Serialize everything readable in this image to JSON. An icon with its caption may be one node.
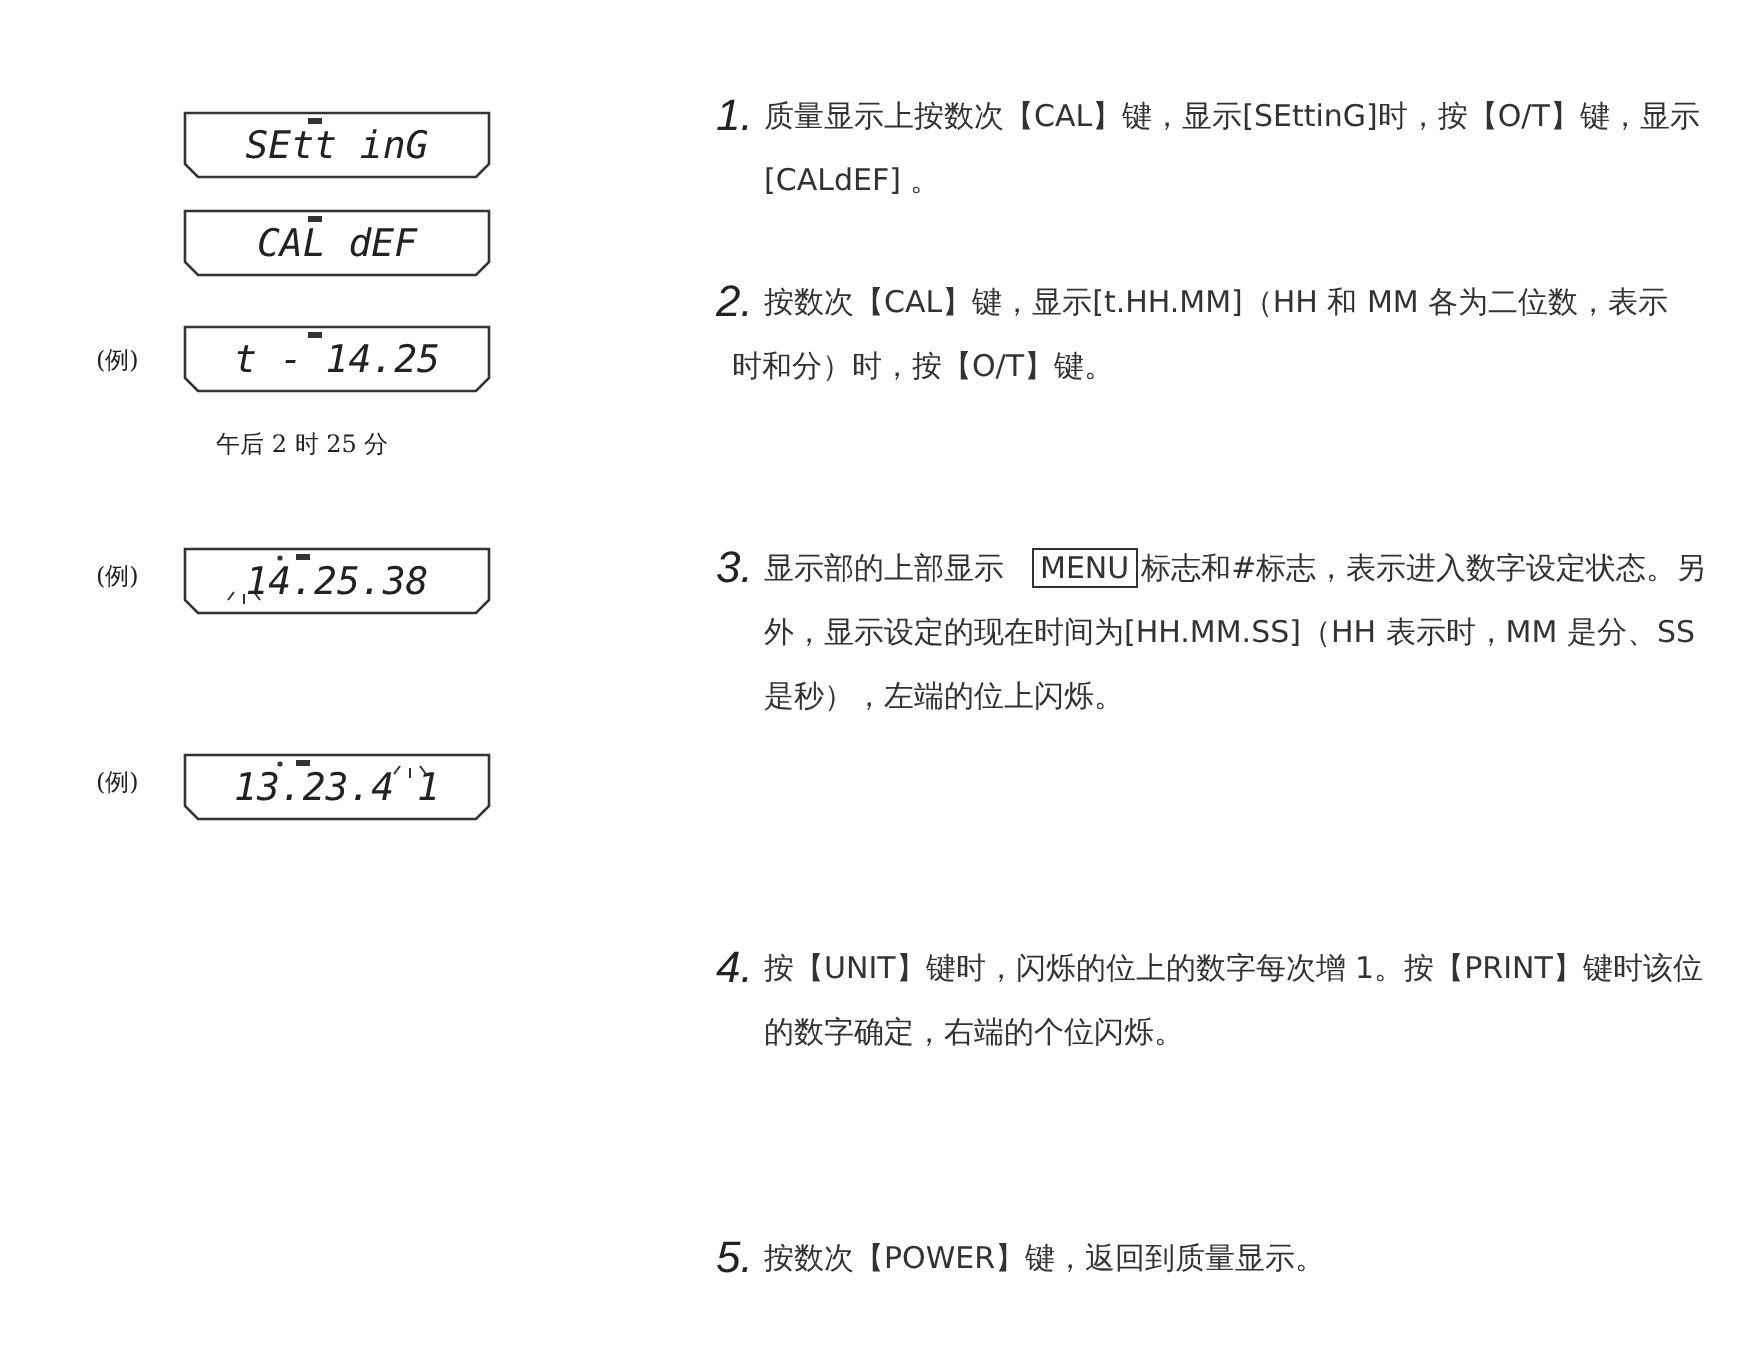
{
  "diagram": {
    "nodes": [
      {
        "text": [
          "SEtt inG"
        ]
      },
      {
        "text": [
          "CAL dEF"
        ]
      },
      {
        "text": [
          "t - 14.25"
        ],
        "beside": [
          "(例)",
          "午后 2 时 25 分"
        ]
      },
      {
        "text": [
          "14.25.38"
        ],
        "beside": [
          "(例)"
        ]
      },
      {
        "text": [
          "13.23.4 1"
        ],
        "beside": [
          "(例)"
        ]
      }
    ],
    "labels": [
      "1.",
      "质量显示上按数次【CAL】键，显示[SEttinG]时，按【O/T】键，显示[CALdEF] 。",
      "2.",
      "按数次【CAL】键，显示[t.HH.MM]（HH 和 MM 各为二位数，表示时和分）时，按【O/T】键。",
      "3.",
      "显示部的上部显示",
      "MENU",
      "标志和#标志，表示进入数字设定状态。另外，显示设定的现在时间为[HH.MM.SS]（HH 表示时，MM 是分、SS 是秒），左端的位上闪烁。",
      "4.",
      "按【UNIT】键时，闪烁的位上的数字每次增 1。按【PRINT】键时该位的数字确定，右端的个位闪烁。",
      "5.",
      "按数次【POWER】键，返回到质量显示。"
    ]
  }
}
